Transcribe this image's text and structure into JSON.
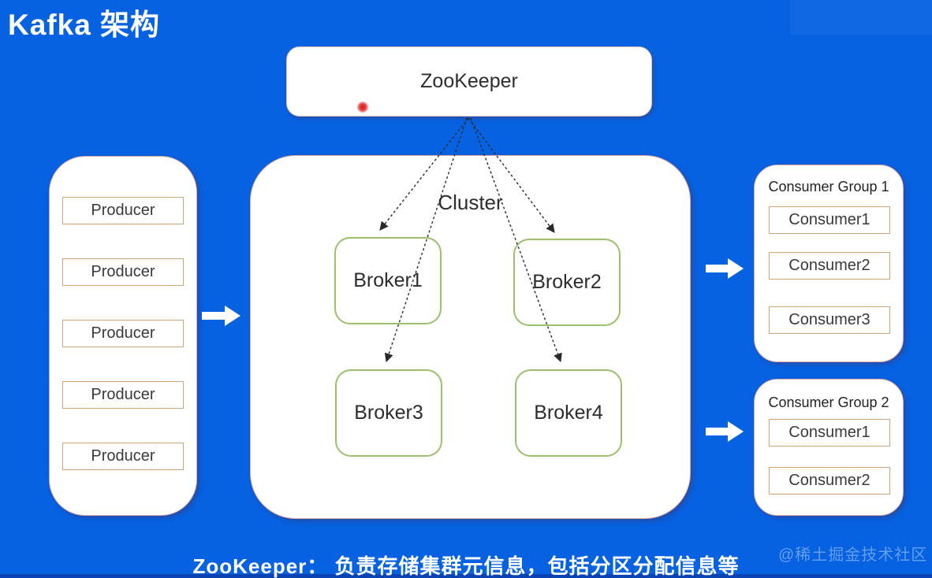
{
  "page": {
    "title": "Kafka 架构",
    "caption": "ZooKeeper： 负责存储集群元信息，包括分区分配信息等",
    "watermark": "@稀土掘金技术社区"
  },
  "colors": {
    "background": "#0662e1",
    "bottom_bar": "#0c43b2",
    "broker_border": "#9cc06e",
    "item_box_border": "#cfa479",
    "container_border": "#e0a9a2",
    "pointer_dot": "#e5403c",
    "arrow_white": "#ffffff",
    "dashed_link": "#2a2a2a"
  },
  "zookeeper": {
    "label": "ZooKeeper"
  },
  "cluster": {
    "label": "Cluster",
    "brokers": [
      "Broker1",
      "Broker2",
      "Broker3",
      "Broker4"
    ]
  },
  "producers": {
    "items": [
      "Producer",
      "Producer",
      "Producer",
      "Producer",
      "Producer"
    ]
  },
  "consumer_groups": [
    {
      "title": "Consumer Group 1",
      "consumers": [
        "Consumer1",
        "Consumer2",
        "Consumer3"
      ]
    },
    {
      "title": "Consumer Group 2",
      "consumers": [
        "Consumer1",
        "Consumer2"
      ]
    }
  ],
  "connections": [
    {
      "from": "ZooKeeper",
      "to": "Broker1",
      "style": "dashed-arrow"
    },
    {
      "from": "ZooKeeper",
      "to": "Broker2",
      "style": "dashed-arrow"
    },
    {
      "from": "ZooKeeper",
      "to": "Broker3",
      "style": "dashed-arrow"
    },
    {
      "from": "ZooKeeper",
      "to": "Broker4",
      "style": "dashed-arrow"
    },
    {
      "from": "Producers",
      "to": "Cluster",
      "style": "white-block-arrow"
    },
    {
      "from": "Cluster",
      "to": "Consumer Group 1",
      "style": "white-block-arrow"
    },
    {
      "from": "Cluster",
      "to": "Consumer Group 2",
      "style": "white-block-arrow"
    }
  ]
}
